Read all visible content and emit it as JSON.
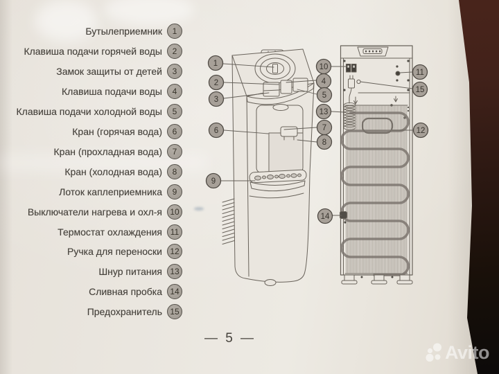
{
  "document": {
    "page_label": "— 5 —",
    "parts_list": [
      {
        "num": "1",
        "label": "Бутылеприемник"
      },
      {
        "num": "2",
        "label": "Клавиша подачи горячей воды"
      },
      {
        "num": "3",
        "label": "Замок защиты от детей"
      },
      {
        "num": "4",
        "label": "Клавиша подачи воды"
      },
      {
        "num": "5",
        "label": "Клавиша подачи холодной воды"
      },
      {
        "num": "6",
        "label": "Кран (горячая вода)"
      },
      {
        "num": "7",
        "label": "Кран (прохладная вода)"
      },
      {
        "num": "8",
        "label": "Кран (холодная вода)"
      },
      {
        "num": "9",
        "label": "Лоток каплеприемника"
      },
      {
        "num": "10",
        "label": "Выключатели нагрева и охл-я"
      },
      {
        "num": "11",
        "label": "Термостат охлаждения"
      },
      {
        "num": "12",
        "label": "Ручка для переноски"
      },
      {
        "num": "13",
        "label": "Шнур питания"
      },
      {
        "num": "14",
        "label": "Сливная пробка"
      },
      {
        "num": "15",
        "label": "Предохранитель"
      }
    ],
    "diagram_callouts": [
      "1",
      "2",
      "3",
      "6",
      "9",
      "10",
      "4",
      "5",
      "13",
      "7",
      "8",
      "14",
      "11",
      "15",
      "12"
    ]
  },
  "watermark": {
    "text": "Avito"
  },
  "colors": {
    "paper": "#eae6df",
    "ink": "#5d574f",
    "callout_fill": "#a7a098",
    "callout_border": "#4f4a44",
    "background_brown": "#42221a",
    "background_dark": "#0c0a09",
    "watermark_white": "rgba(255,255,255,0.55)"
  }
}
